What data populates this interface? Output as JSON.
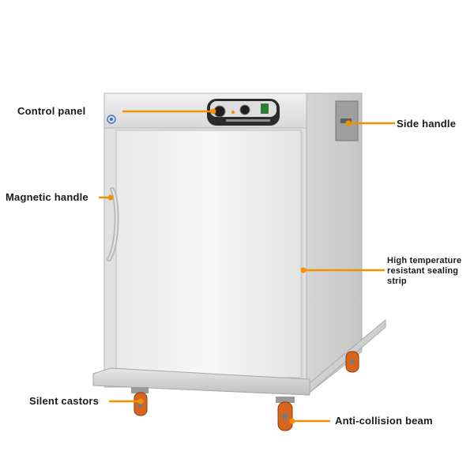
{
  "colors": {
    "callout": "#f39200",
    "cabinet_light": "#f2f2f2",
    "cabinet_mid": "#dcdcdc",
    "cabinet_dark": "#bdbdbd",
    "castor_orange": "#d9641e",
    "control_panel": "#2b2b2b"
  },
  "callouts": {
    "control_panel": "Control panel",
    "side_handle": "Side handle",
    "magnetic_handle": "Magnetic handle",
    "sealing_strip_line1": "High temperature",
    "sealing_strip_line2": "resistant sealing",
    "sealing_strip_line3": "strip",
    "silent_castors": "Silent castors",
    "anti_collision_beam": "Anti-collision beam"
  }
}
